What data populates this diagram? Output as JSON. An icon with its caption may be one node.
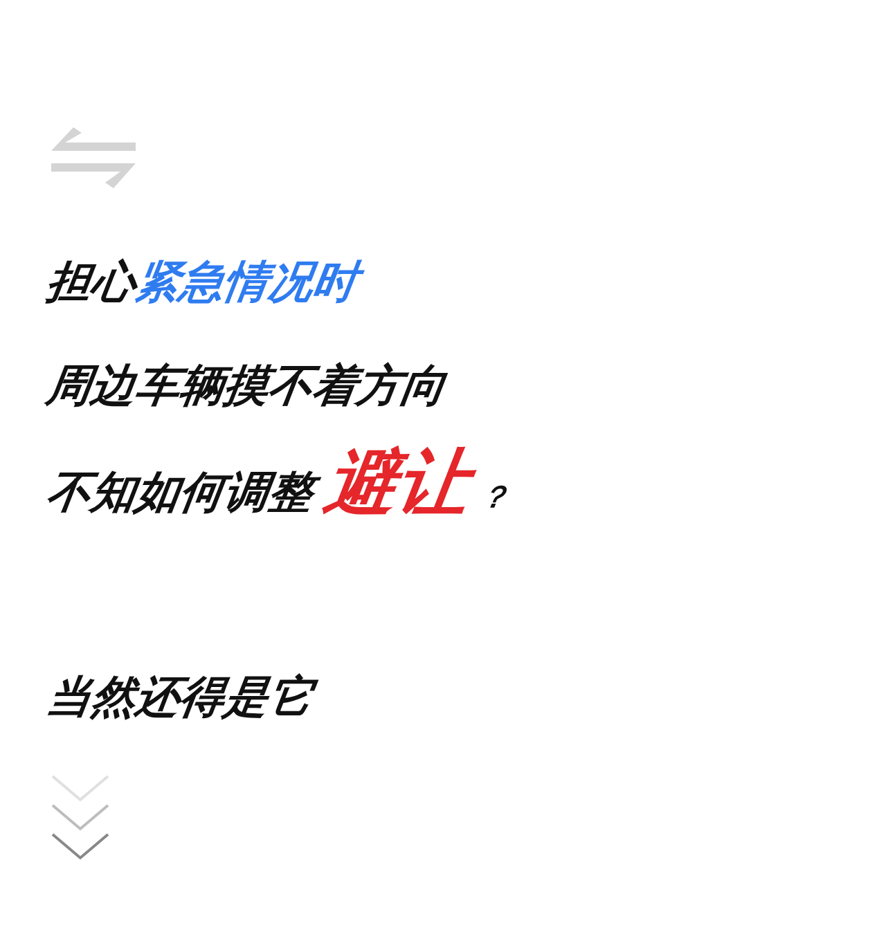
{
  "diagram": {
    "labels": [
      "担心",
      "紧急情况时",
      "周边车辆摸不着方向",
      "不知如何调整",
      "避让",
      "？",
      "当然还得是它"
    ]
  }
}
